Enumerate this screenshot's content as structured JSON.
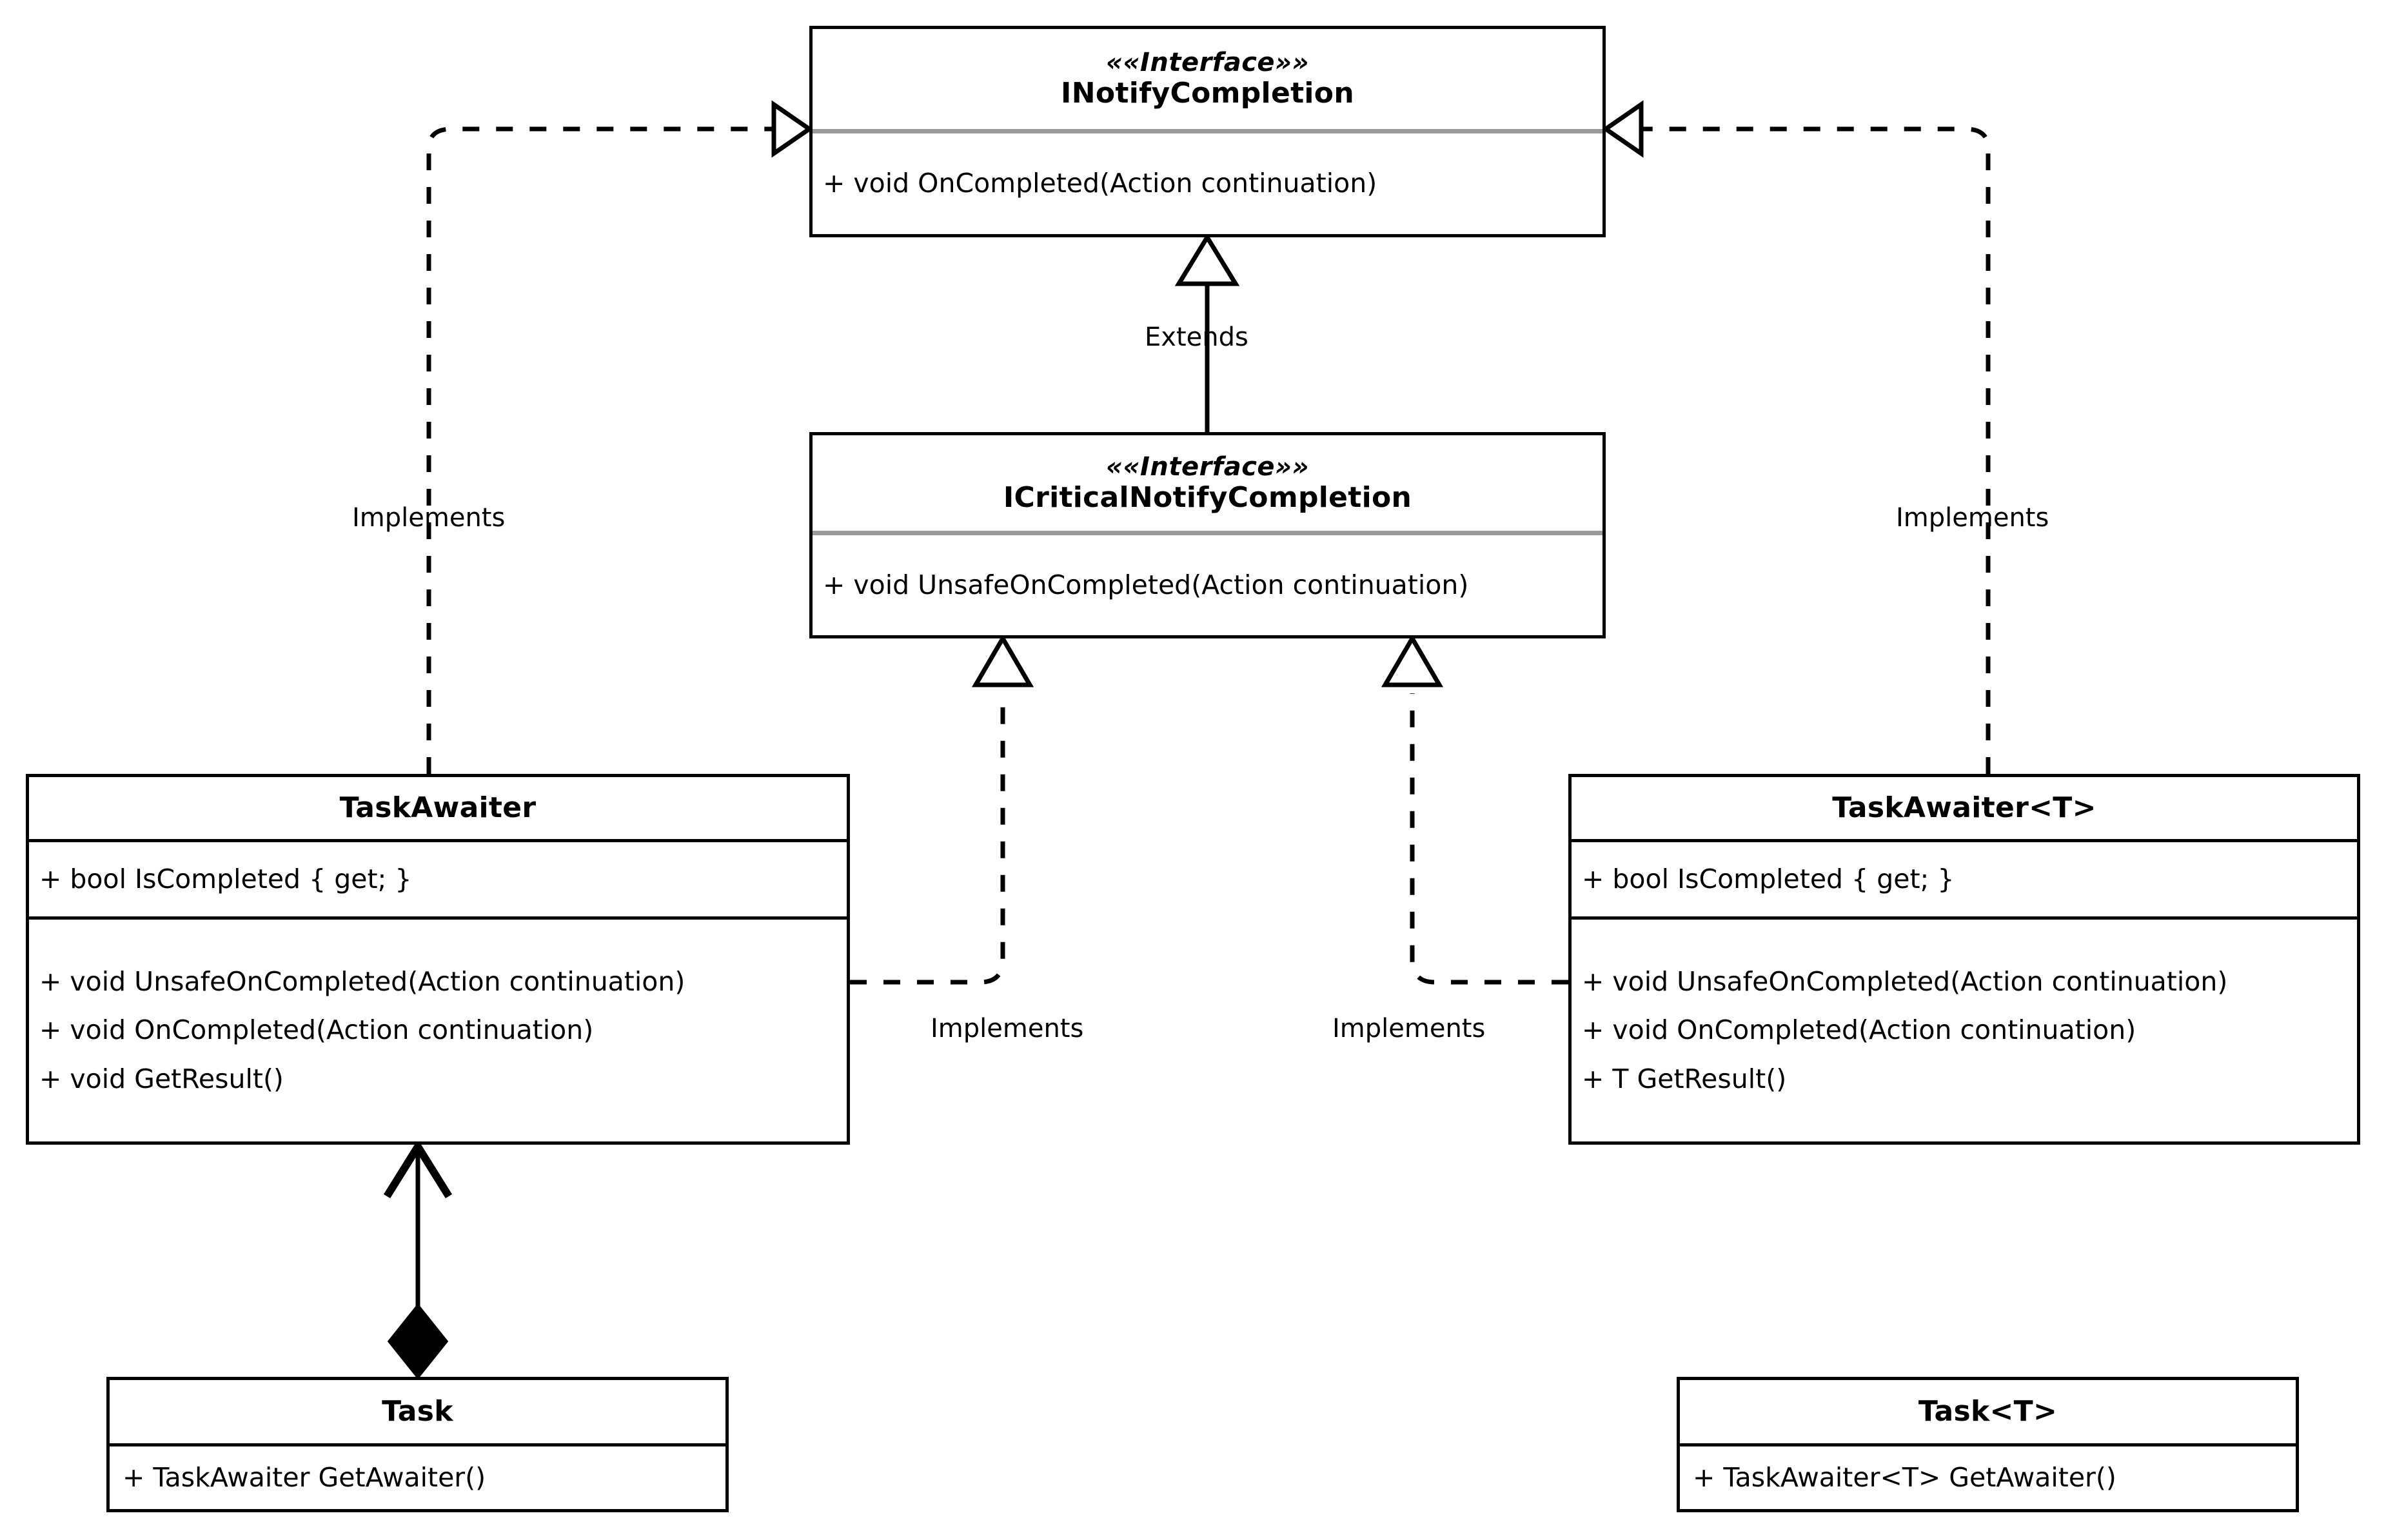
{
  "diagram": {
    "title": "TaskAwaiter UML class diagram",
    "background": "#ffffff",
    "line_color": "#000000",
    "divider_color": "#9a9a9a"
  },
  "classes": {
    "inotify_completion": {
      "stereotype": "««Interface»»",
      "name": "INotifyCompletion",
      "methods": [
        "+ void OnCompleted(Action continuation)"
      ]
    },
    "icritical_notify_completion": {
      "stereotype": "««Interface»»",
      "name": "ICriticalNotifyCompletion",
      "methods": [
        "+ void UnsafeOnCompleted(Action continuation)"
      ]
    },
    "task_awaiter": {
      "name": "TaskAwaiter",
      "properties": [
        "+ bool IsCompleted { get; }"
      ],
      "methods": [
        "+ void UnsafeOnCompleted(Action continuation)",
        "+ void OnCompleted(Action continuation)",
        "+ void GetResult()"
      ]
    },
    "task_awaiter_generic": {
      "name": "TaskAwaiter<T>",
      "properties": [
        "+ bool IsCompleted { get; }"
      ],
      "methods": [
        "+ void UnsafeOnCompleted(Action continuation)",
        "+ void OnCompleted(Action continuation)",
        "+ T GetResult()"
      ]
    },
    "task": {
      "name": "Task",
      "methods": [
        "+ TaskAwaiter GetAwaiter()"
      ]
    },
    "task_generic": {
      "name": "Task<T>",
      "methods": [
        "+ TaskAwaiter<T> GetAwaiter()"
      ]
    }
  },
  "relationships": [
    {
      "id": "rel-taskawaiter-implements-inotify",
      "label": "Implements",
      "from": "TaskAwaiter",
      "to": "INotifyCompletion",
      "style": "dashed",
      "arrow": "hollow-triangle"
    },
    {
      "id": "rel-taskawaitert-implements-inotify",
      "label": "Implements",
      "from": "TaskAwaiter<T>",
      "to": "INotifyCompletion",
      "style": "dashed",
      "arrow": "hollow-triangle"
    },
    {
      "id": "rel-icritical-extends-inotify",
      "label": "Extends",
      "from": "ICriticalNotifyCompletion",
      "to": "INotifyCompletion",
      "style": "solid",
      "arrow": "hollow-triangle"
    },
    {
      "id": "rel-taskawaiter-implements-icritical",
      "label": "Implements",
      "from": "TaskAwaiter",
      "to": "ICriticalNotifyCompletion",
      "style": "dashed",
      "arrow": "hollow-triangle"
    },
    {
      "id": "rel-taskawaitert-implements-icritical",
      "label": "Implements",
      "from": "TaskAwaiter<T>",
      "to": "ICriticalNotifyCompletion",
      "style": "dashed",
      "arrow": "hollow-triangle"
    },
    {
      "id": "rel-task-composes-taskawaiter",
      "label": "",
      "from": "Task",
      "to": "TaskAwaiter",
      "style": "solid",
      "arrow": "open-arrow",
      "tail": "filled-diamond"
    },
    {
      "id": "rel-taskt-composes-taskawaitert",
      "label": "",
      "from": "Task<T>",
      "to": "TaskAwaiter<T>",
      "style": "solid",
      "arrow": "open-arrow",
      "tail": "filled-diamond"
    }
  ],
  "edge_labels": {
    "implements_top_left": "Implements",
    "implements_top_right": "Implements",
    "extends_center": "Extends",
    "implements_mid_left": "Implements",
    "implements_mid_right": "Implements"
  }
}
